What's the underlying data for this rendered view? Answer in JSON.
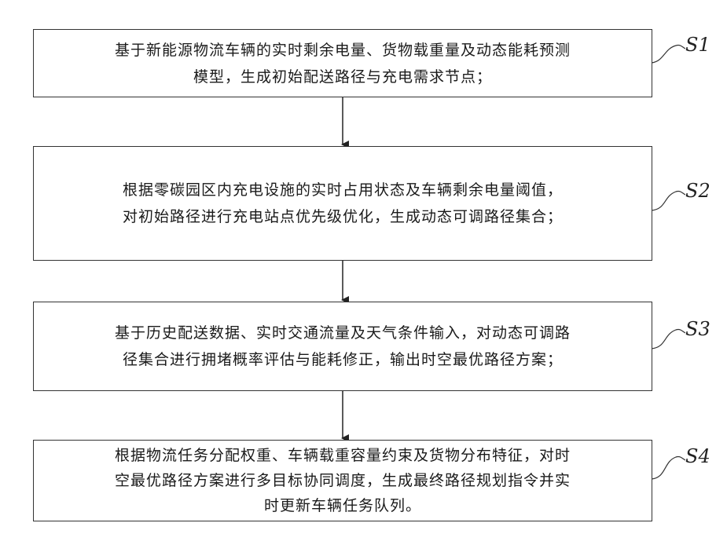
{
  "steps": [
    {
      "label": "S1",
      "lines": [
        "基于新能源物流车辆的实时剩余电量、货物载重量及动态能耗预测",
        "模型，生成初始配送路径与充电需求节点；"
      ]
    },
    {
      "label": "S2",
      "lines": [
        "根据零碳园区内充电设施的实时占用状态及车辆剩余电量阈值，",
        "对初始路径进行充电站点优先级优化，生成动态可调路径集合；"
      ]
    },
    {
      "label": "S3",
      "lines": [
        "基于历史配送数据、实时交通流量及天气条件输入，对动态可调路",
        "径集合进行拥堵概率评估与能耗修正，输出时空最优路径方案；"
      ]
    },
    {
      "label": "S4",
      "lines": [
        "根据物流任务分配权重、车辆载重容量约束及货物分布特征，对时",
        "空最优路径方案进行多目标协同调度，生成最终路径规划指令并实",
        "时更新车辆任务队列。"
      ]
    }
  ]
}
